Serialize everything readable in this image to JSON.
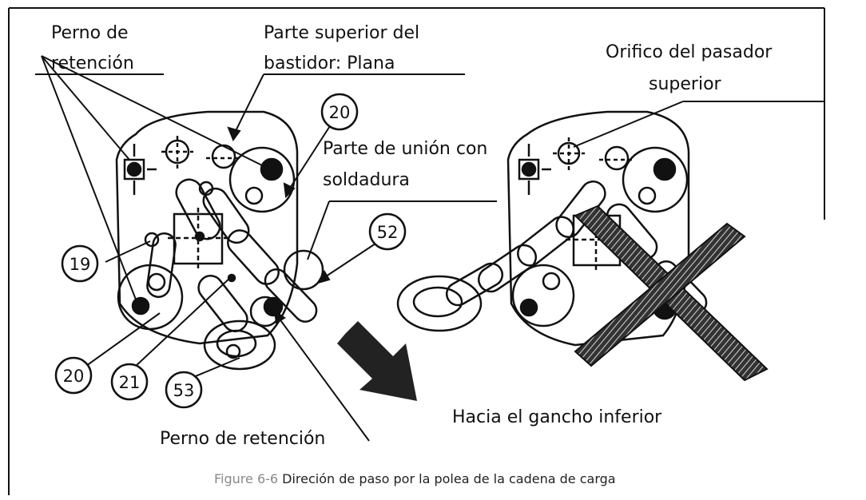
{
  "labels": {
    "perno_top_line1": "Perno de",
    "perno_top_line2": "retención",
    "parte_superior_line1": "Parte superior del",
    "parte_superior_line2": "bastidor: Plana",
    "orificio_line1": "Orifico del pasador",
    "orificio_line2": "superior",
    "union_line1": "Parte de unión con",
    "union_line2": "soldadura",
    "hacia": "Hacia el gancho inferior",
    "perno_bottom": "Perno de retención"
  },
  "callouts": {
    "n20_top": "20",
    "n19": "19",
    "n52": "52",
    "n20_bottom": "20",
    "n21": "21",
    "n53": "53"
  },
  "caption": {
    "prefix": "Figure 6-6 ",
    "text": "Direción de paso por la polea de la cadena de carga"
  },
  "colors": {
    "ink": "#111111",
    "caption_prefix": "#8a8a8a",
    "background": "#ffffff"
  }
}
